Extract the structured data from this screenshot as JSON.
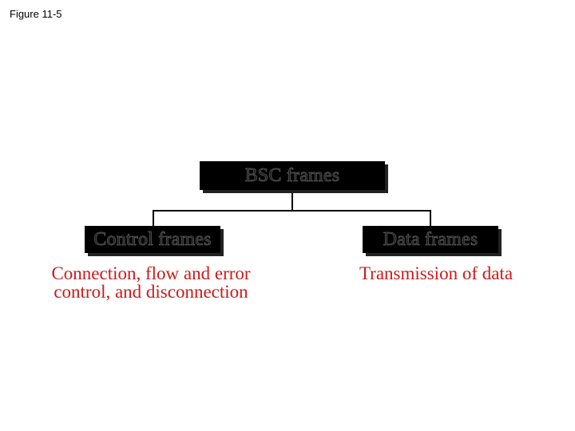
{
  "figure_label": "Figure 11-5",
  "root": {
    "label": "BSC frames"
  },
  "children": [
    {
      "label": "Control frames",
      "description_lines": [
        "Connection, flow and error",
        "control, and disconnection"
      ]
    },
    {
      "label": "Data frames",
      "description_lines": [
        "Transmission of data"
      ]
    }
  ],
  "colors": {
    "box_fill": "#000000",
    "description_text": "#cc1a1a",
    "connector": "#000000"
  }
}
